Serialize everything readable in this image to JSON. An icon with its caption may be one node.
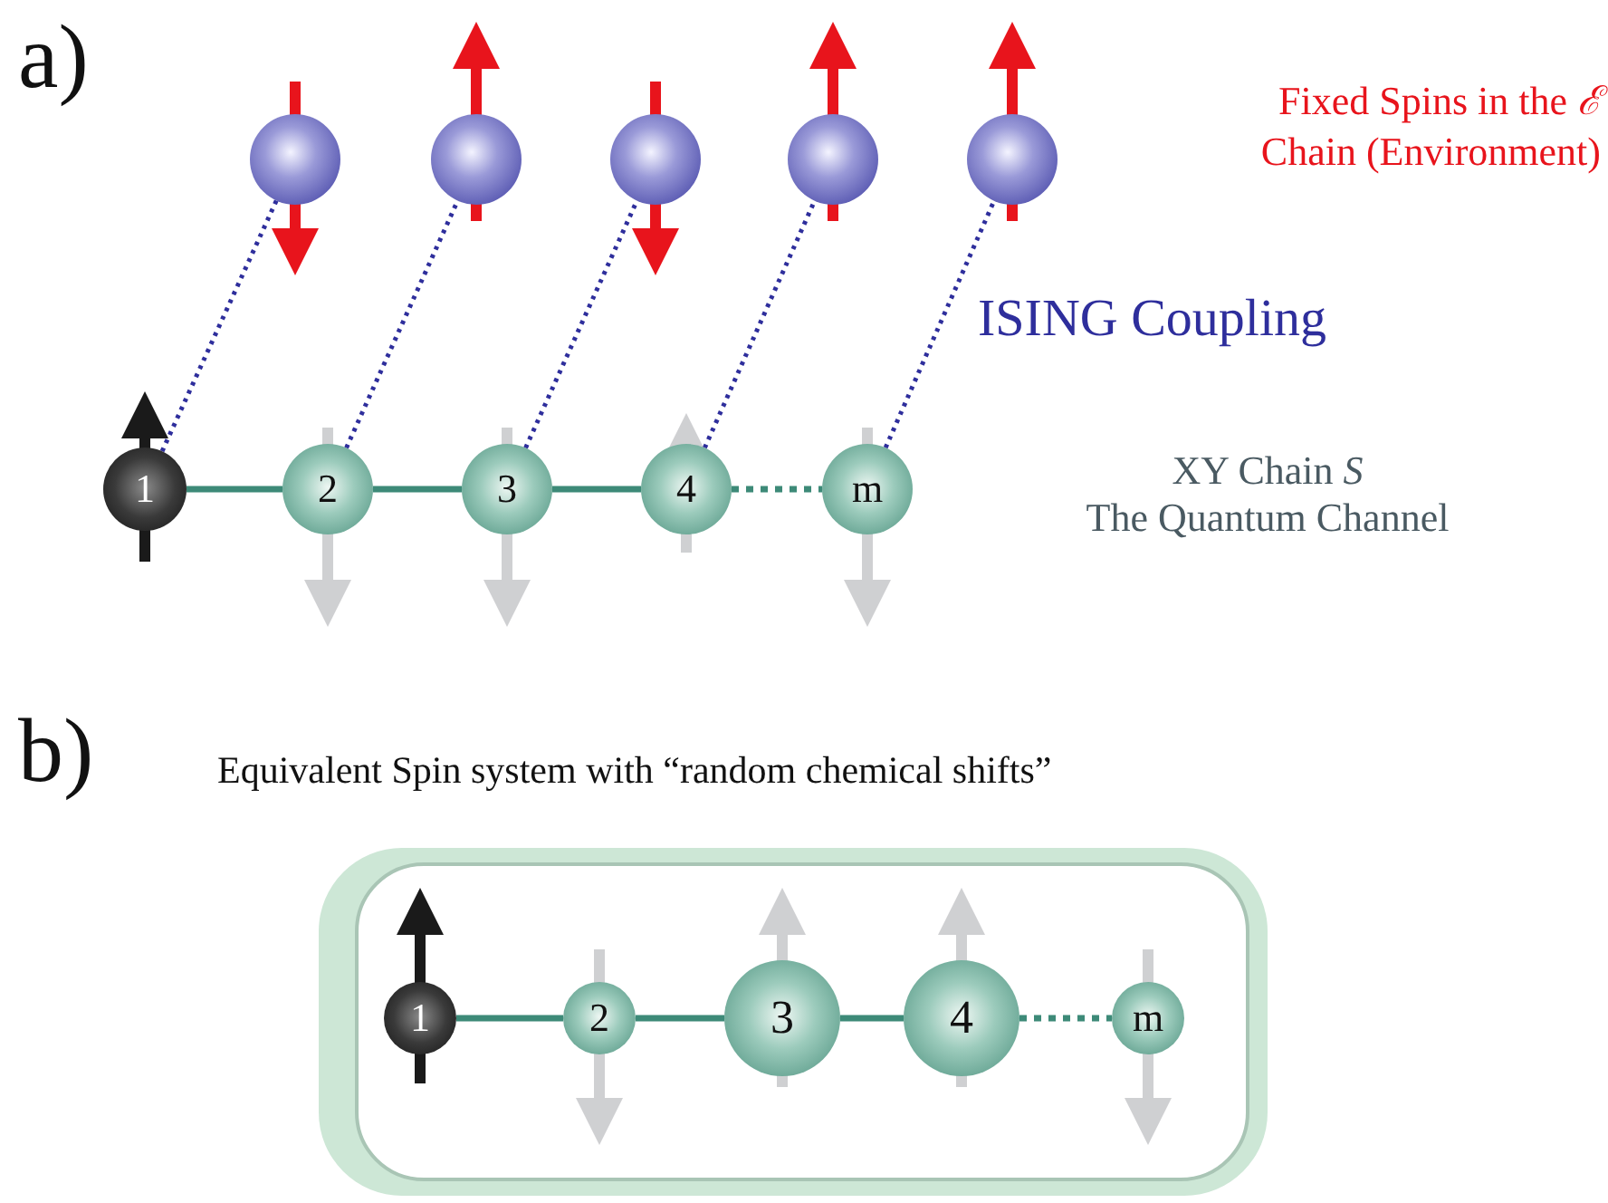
{
  "diagram": {
    "nodes": [
      {
        "text": [],
        "shape": "circle"
      },
      {
        "text": [],
        "shape": "circle"
      },
      {
        "text": [],
        "shape": "circle"
      },
      {
        "text": [],
        "shape": "circle"
      },
      {
        "text": [],
        "shape": "circle"
      },
      {
        "text": [
          "1"
        ]
      },
      {
        "text": [
          "2"
        ]
      },
      {
        "text": [
          "3"
        ]
      },
      {
        "text": [
          "4"
        ]
      },
      {
        "text": [
          "m"
        ]
      },
      {
        "text": [],
        "shape": "box"
      },
      {
        "text": [
          "1"
        ],
        "in": 10
      },
      {
        "text": [
          "2"
        ],
        "in": 10
      },
      {
        "text": [
          "3"
        ],
        "in": 10
      },
      {
        "text": [
          "4"
        ],
        "in": 10
      },
      {
        "text": [
          "m"
        ],
        "in": 10
      }
    ],
    "edges": [
      {
        "from": 5,
        "to": 0,
        "arrow": "none",
        "style": "dashed",
        "color": "#2e2e9c"
      },
      {
        "from": 6,
        "to": 1,
        "arrow": "none",
        "style": "dashed",
        "color": "#2e2e9c"
      },
      {
        "from": 7,
        "to": 2,
        "arrow": "none",
        "style": "dashed",
        "color": "#2e2e9c"
      },
      {
        "from": 8,
        "to": 3,
        "arrow": "none",
        "style": "dashed",
        "color": "#2e2e9c"
      },
      {
        "from": 9,
        "to": 4,
        "arrow": "none",
        "style": "dashed",
        "color": "#2e2e9c"
      },
      {
        "from": 5,
        "to": 6,
        "arrow": "none"
      },
      {
        "from": 6,
        "to": 7,
        "arrow": "none"
      },
      {
        "from": 7,
        "to": 8,
        "arrow": "none"
      },
      {
        "from": 8,
        "to": 9,
        "arrow": "none",
        "style": "dashed"
      },
      {
        "from": 11,
        "to": 12,
        "arrow": "none"
      },
      {
        "from": 12,
        "to": 13,
        "arrow": "none"
      },
      {
        "from": 13,
        "to": 14,
        "arrow": "none"
      },
      {
        "from": 14,
        "to": 15,
        "arrow": "none",
        "style": "dashed"
      }
    ],
    "labels": [
      "a)",
      "Fixed Spins in the *ℰ* Chain (Environment)",
      "ISING Coupling",
      "XY Chain *S*",
      "The Quantum Channel",
      "b)",
      "Equivalent Spin system with “random chemical shifts”"
    ]
  }
}
